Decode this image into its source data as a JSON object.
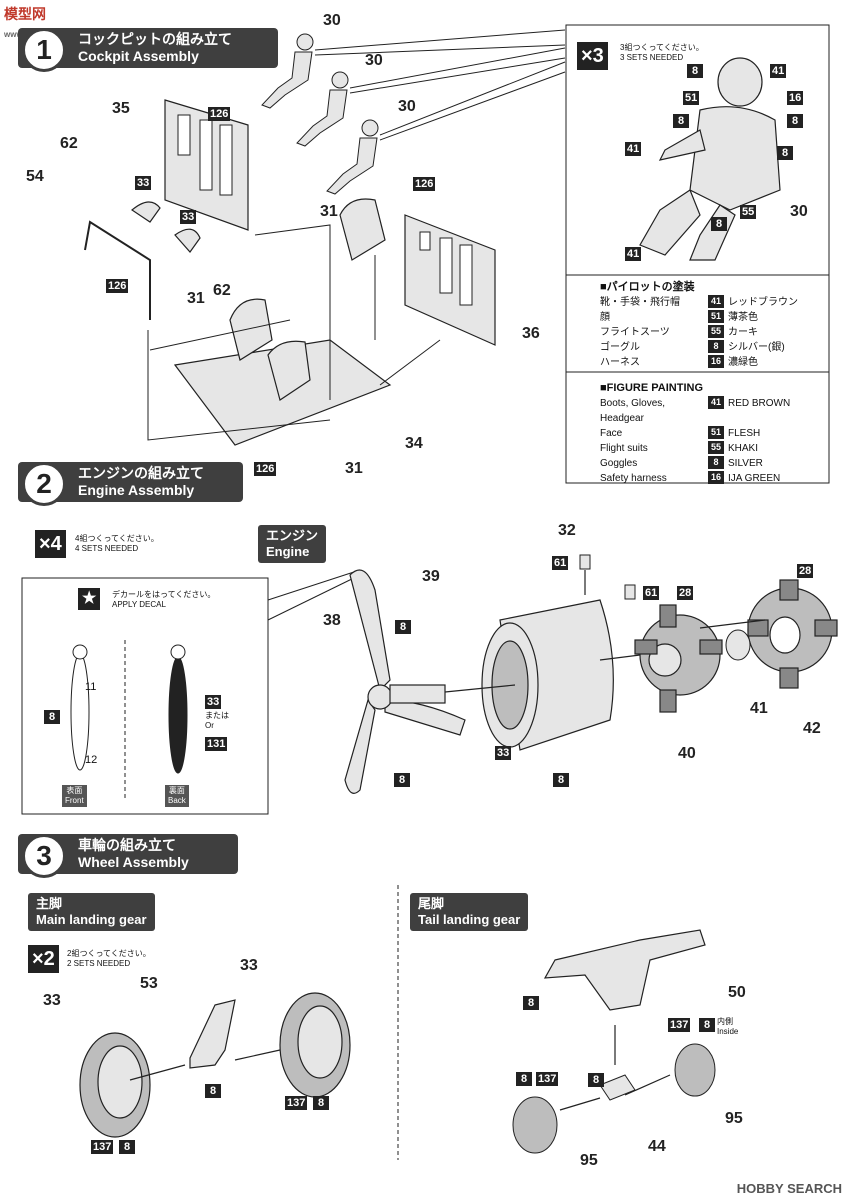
{
  "watermark_top": {
    "brand": "模型网",
    "site": "www.moxing.net"
  },
  "watermark_bottom": "HOBBY SEARCH",
  "step1": {
    "num": "1",
    "jp": "コックピットの組み立て",
    "en": "Cockpit Assembly"
  },
  "step2": {
    "num": "2",
    "jp": "エンジンの組み立て",
    "en": "Engine Assembly"
  },
  "step3": {
    "num": "3",
    "jp": "車輪の組み立て",
    "en": "Wheel Assembly"
  },
  "x3": {
    "mult": "×3",
    "jp": "3組つくってください。",
    "en": "3 SETS NEEDED"
  },
  "x4": {
    "mult": "×4",
    "jp": "4組つくってください。",
    "en": "4 SETS NEEDED"
  },
  "x2": {
    "mult": "×2",
    "jp": "2組つくってください。",
    "en": "2 SETS NEEDED"
  },
  "pilot_paint_jp": {
    "title": "■パイロットの塗装",
    "rows": [
      {
        "item": "靴・手袋・飛行帽",
        "code": "41",
        "color": "レッドブラウン"
      },
      {
        "item": "顔",
        "code": "51",
        "color": "薄茶色"
      },
      {
        "item": "フライトスーツ",
        "code": "55",
        "color": "カーキ"
      },
      {
        "item": "ゴーグル",
        "code": "8",
        "color": "シルバー(銀)"
      },
      {
        "item": "ハーネス",
        "code": "16",
        "color": "濃緑色"
      }
    ]
  },
  "pilot_paint_en": {
    "title": "■FIGURE PAINTING",
    "rows": [
      {
        "item": "Boots, Gloves, Headgear",
        "code": "41",
        "color": "RED BROWN"
      },
      {
        "item": "Face",
        "code": "51",
        "color": "FLESH"
      },
      {
        "item": "Flight suits",
        "code": "55",
        "color": "KHAKI"
      },
      {
        "item": "Goggles",
        "code": "8",
        "color": "SILVER"
      },
      {
        "item": "Safety harness",
        "code": "16",
        "color": "IJA GREEN"
      }
    ]
  },
  "decal": {
    "jp": "デカールをはってください。",
    "en": "APPLY  DECAL",
    "front_jp": "表面",
    "front_en": "Front",
    "back_jp": "裏面",
    "back_en": "Back",
    "or_jp": "または",
    "or_en": "Or"
  },
  "engine_label": {
    "jp": "エンジン",
    "en": "Engine"
  },
  "main_gear": {
    "jp": "主脚",
    "en": "Main landing gear"
  },
  "tail_gear": {
    "jp": "尾脚",
    "en": "Tail landing gear"
  },
  "inside": {
    "jp": "内側",
    "en": "Inside"
  },
  "part_numbers": {
    "p30": "30",
    "p35": "35",
    "p62": "62",
    "p54": "54",
    "p31": "31",
    "p36": "36",
    "p34": "34",
    "p32": "32",
    "p39": "39",
    "p38": "38",
    "p41": "41",
    "p42": "42",
    "p40": "40",
    "p33": "33",
    "p53": "53",
    "p50": "50",
    "p95": "95",
    "p44": "44"
  },
  "color_codes": {
    "c126": "126",
    "c33": "33",
    "c8": "8",
    "c28": "28",
    "c61": "61",
    "c131": "131",
    "c137": "137",
    "c41": "41",
    "c51": "51",
    "c16": "16",
    "c55": "55"
  },
  "decal_nums": {
    "n11": "11",
    "n12": "12"
  }
}
